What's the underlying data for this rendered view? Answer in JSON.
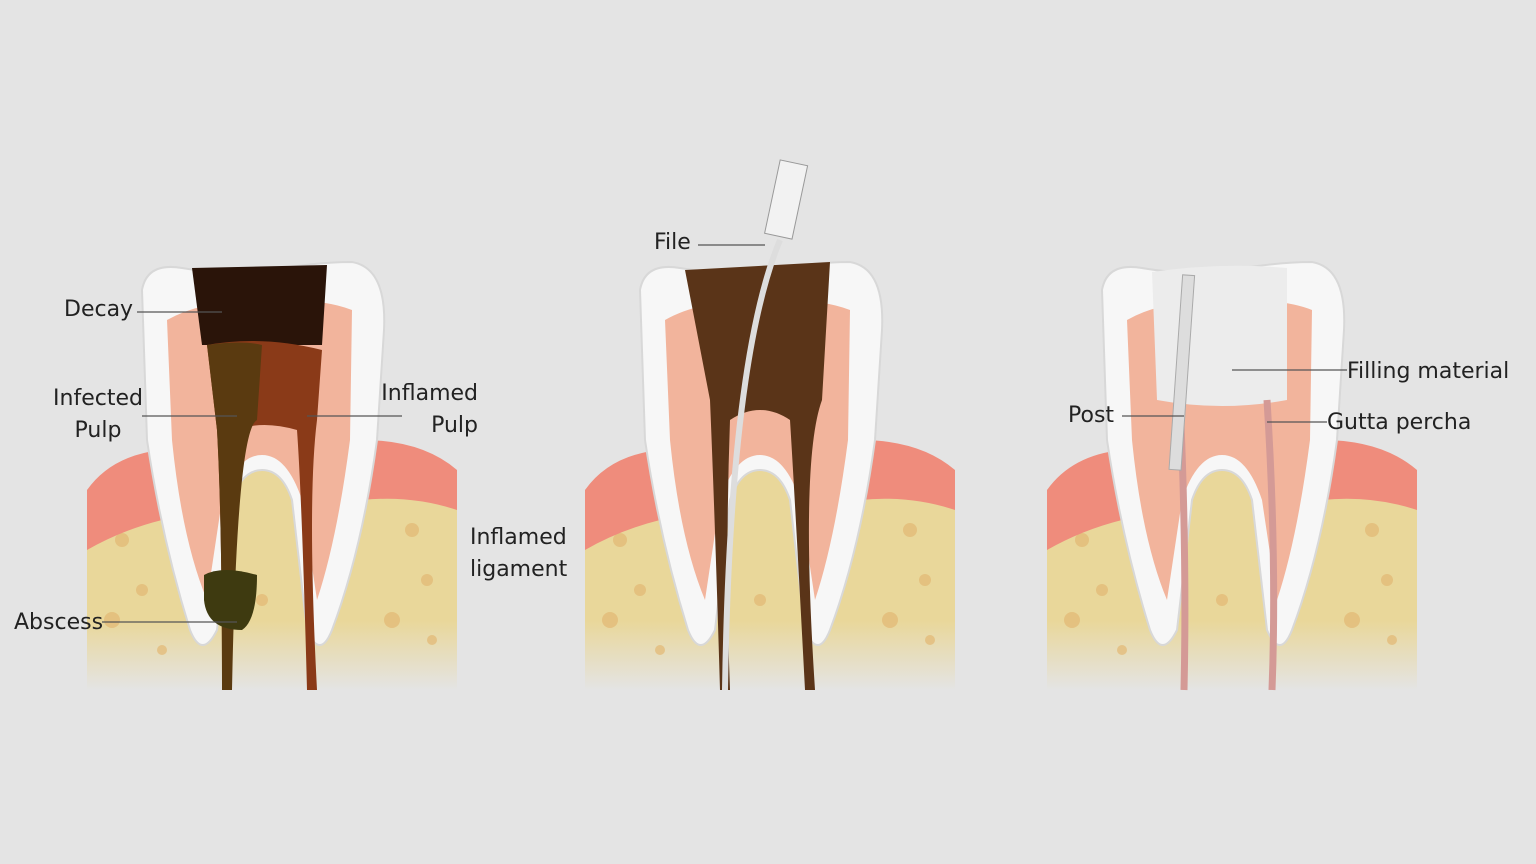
{
  "panels": [
    {
      "name": "diseased-tooth",
      "labels": {
        "decay": "Decay",
        "infected_pulp": "Infected\nPulp",
        "inflamed_pulp": "Inflamed\nPulp",
        "inflamed_ligament": "Inflamed\nligament",
        "abscess": "Abscess"
      }
    },
    {
      "name": "cleaning-tooth",
      "labels": {
        "file": "File"
      }
    },
    {
      "name": "filled-tooth",
      "labels": {
        "post": "Post",
        "filling_material": "Filling material",
        "gutta_percha": "Gutta percha"
      }
    }
  ],
  "colors": {
    "background": "#e4e4e4",
    "enamel": "#f7f7f7",
    "dentin": "#f2b49c",
    "gum": "#ef8c7c",
    "bone": "#e9d79a",
    "decay": "#2a1409",
    "pulp_infected": "#5a3a10",
    "pulp_inflamed": "#c33c24"
  }
}
